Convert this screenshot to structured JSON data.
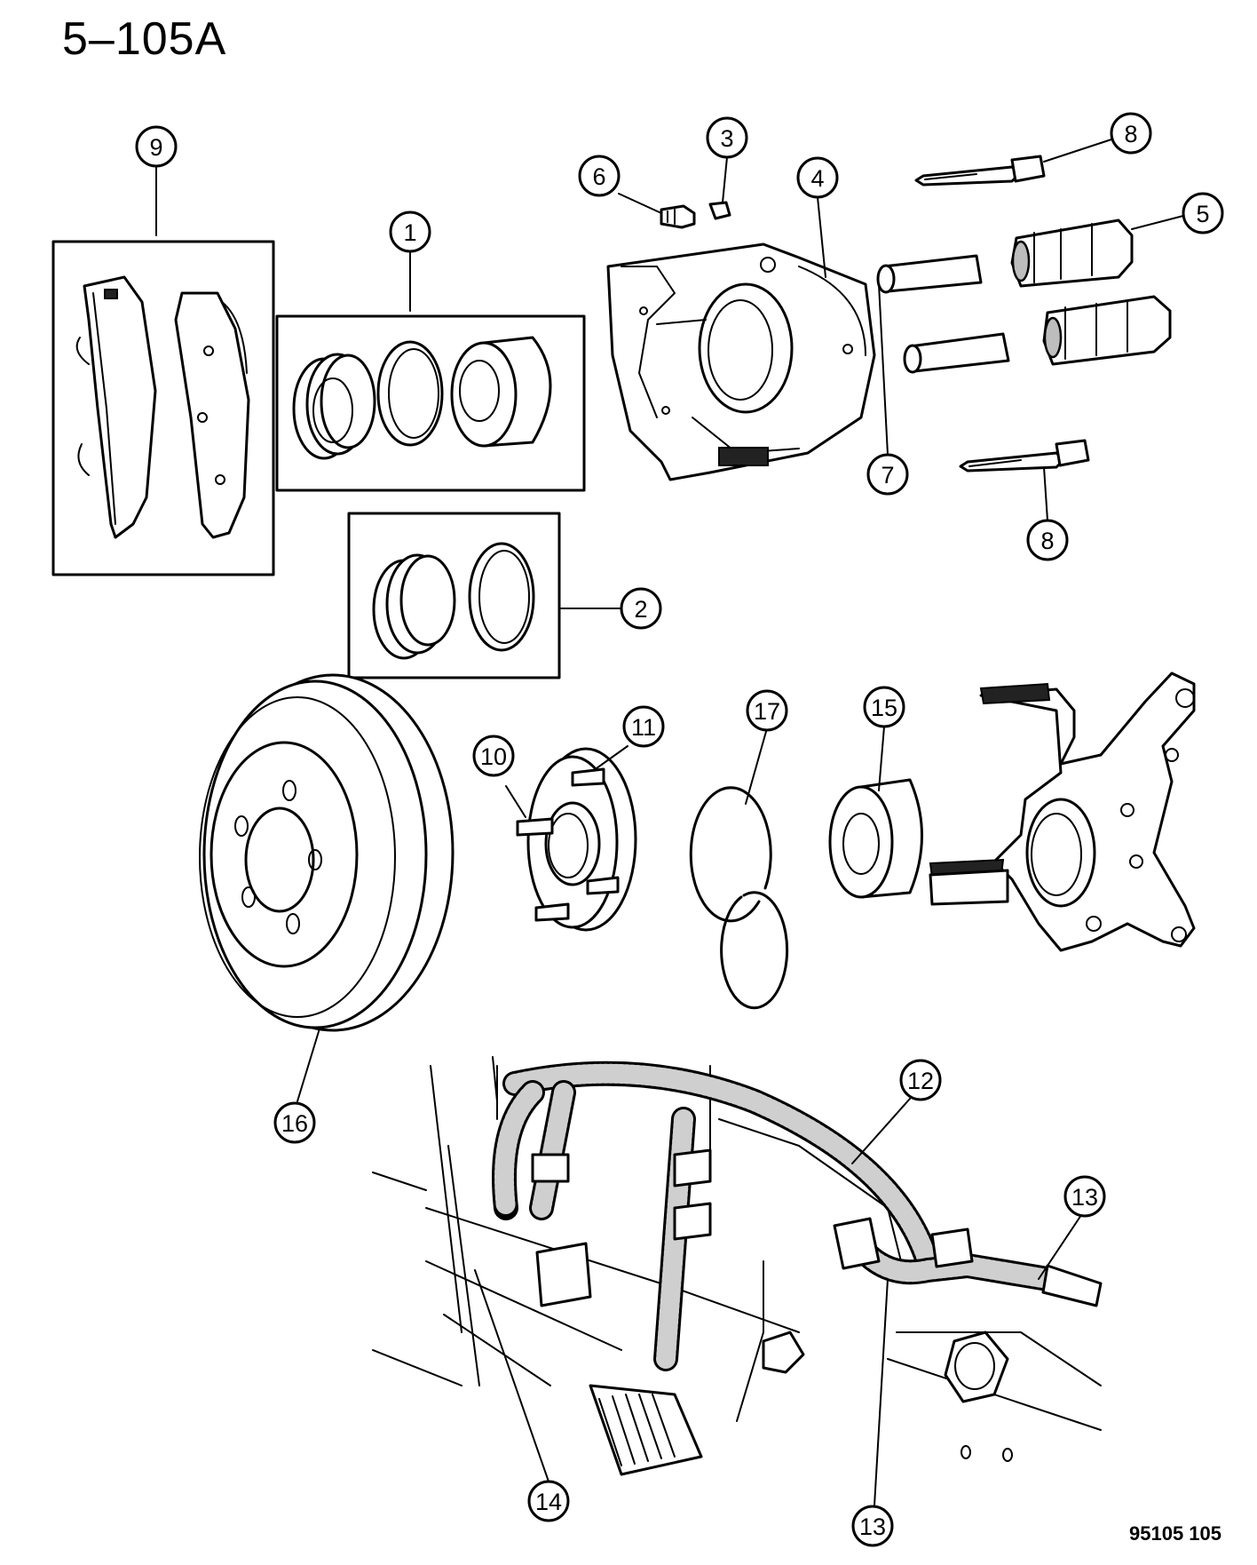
{
  "header": {
    "title": "5–105A"
  },
  "footer": {
    "figure_code": "95105  105"
  },
  "callouts": [
    {
      "id": "callout-1",
      "label": "1"
    },
    {
      "id": "callout-2",
      "label": "2"
    },
    {
      "id": "callout-3",
      "label": "3"
    },
    {
      "id": "callout-4",
      "label": "4"
    },
    {
      "id": "callout-5",
      "label": "5"
    },
    {
      "id": "callout-6",
      "label": "6"
    },
    {
      "id": "callout-7",
      "label": "7"
    },
    {
      "id": "callout-8a",
      "label": "8"
    },
    {
      "id": "callout-8b",
      "label": "8"
    },
    {
      "id": "callout-9",
      "label": "9"
    },
    {
      "id": "callout-10",
      "label": "10"
    },
    {
      "id": "callout-11",
      "label": "11"
    },
    {
      "id": "callout-12",
      "label": "12"
    },
    {
      "id": "callout-13a",
      "label": "13"
    },
    {
      "id": "callout-13b",
      "label": "13"
    },
    {
      "id": "callout-14",
      "label": "14"
    },
    {
      "id": "callout-15",
      "label": "15"
    },
    {
      "id": "callout-16",
      "label": "16"
    },
    {
      "id": "callout-17",
      "label": "17"
    }
  ]
}
